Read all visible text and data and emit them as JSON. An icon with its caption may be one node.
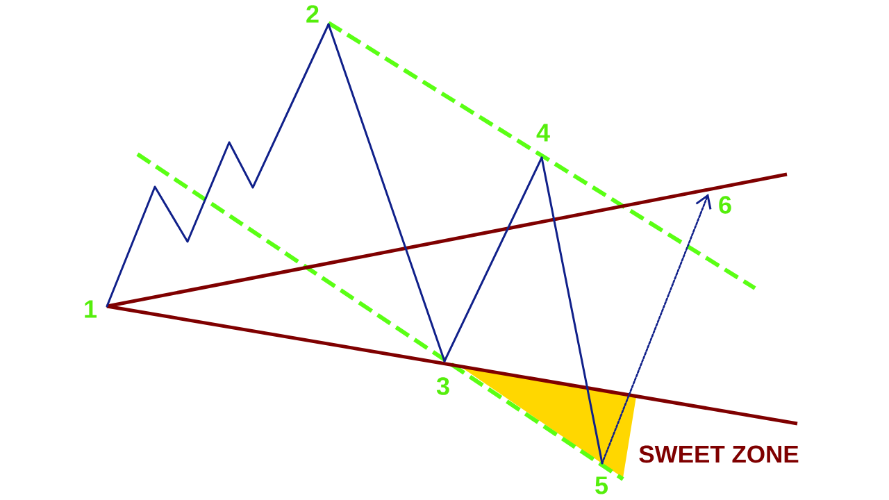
{
  "diagram": {
    "nodes": [
      {
        "text": [
          "1"
        ]
      },
      {
        "text": [
          "2"
        ]
      },
      {
        "text": [
          "3"
        ]
      },
      {
        "text": [
          "4"
        ]
      },
      {
        "text": [
          "5"
        ]
      },
      {
        "text": [
          "6"
        ]
      }
    ],
    "edges": [
      {
        "from": 0,
        "to": 1,
        "arrow": "none"
      },
      {
        "from": 1,
        "to": 2,
        "arrow": "none"
      },
      {
        "from": 2,
        "to": 3,
        "arrow": "none"
      },
      {
        "from": 3,
        "to": 4,
        "arrow": "none"
      },
      {
        "from": 4,
        "to": 5,
        "arrow": "to",
        "style": "dashed"
      }
    ],
    "labels": [
      "SWEET ZONE"
    ]
  }
}
